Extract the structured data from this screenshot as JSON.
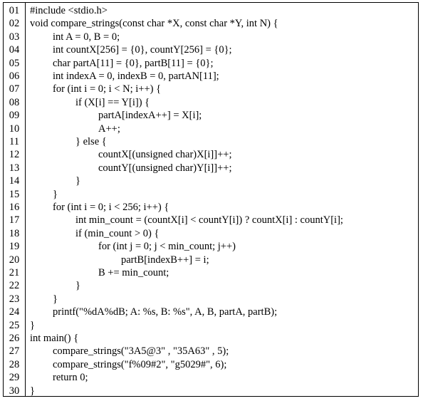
{
  "code": {
    "lines": [
      {
        "num": "01",
        "text": "#include <stdio.h>"
      },
      {
        "num": "02",
        "text": "void compare_strings(const char *X, const char *Y, int N) {"
      },
      {
        "num": "03",
        "text": "int A = 0, B = 0;"
      },
      {
        "num": "04",
        "text": "int countX[256] = {0}, countY[256] = {0};"
      },
      {
        "num": "05",
        "text": "char partA[11] = {0}, partB[11] = {0};"
      },
      {
        "num": "06",
        "text": "int indexA = 0, indexB = 0, partAN[11];"
      },
      {
        "num": "07",
        "text": "for (int i = 0; i < N; i++) {"
      },
      {
        "num": "08",
        "text": "if (X[i] == Y[i]) {"
      },
      {
        "num": "09",
        "text": "partA[indexA++] = X[i];"
      },
      {
        "num": "10",
        "text": "A++;"
      },
      {
        "num": "11",
        "text": "} else {"
      },
      {
        "num": "12",
        "text": "countX[(unsigned char)X[i]]++;"
      },
      {
        "num": "13",
        "text": "countY[(unsigned char)Y[i]]++;"
      },
      {
        "num": "14",
        "text": "}"
      },
      {
        "num": "15",
        "text": "}"
      },
      {
        "num": "16",
        "text": "for (int i = 0; i < 256; i++) {"
      },
      {
        "num": "17",
        "text": "int min_count = (countX[i] < countY[i]) ? countX[i] : countY[i];"
      },
      {
        "num": "18",
        "text": "if (min_count > 0) {"
      },
      {
        "num": "19",
        "text": "for (int j = 0; j < min_count; j++)"
      },
      {
        "num": "20",
        "text": "partB[indexB++] = i;"
      },
      {
        "num": "21",
        "text": "B += min_count;"
      },
      {
        "num": "22",
        "text": "}"
      },
      {
        "num": "23",
        "text": "}"
      },
      {
        "num": "24",
        "text": "printf(\"%dA%dB; A: %s, B: %s\", A, B, partA, partB);"
      },
      {
        "num": "25",
        "text": "}"
      },
      {
        "num": "26",
        "text": "int main() {"
      },
      {
        "num": "27",
        "text": "compare_strings(\"3A5@3\" , \"35A63\" , 5);"
      },
      {
        "num": "28",
        "text": "compare_strings(\"f%09#2\", \"g5029#\", 6);"
      },
      {
        "num": "29",
        "text": "return 0;"
      },
      {
        "num": "30",
        "text": "}"
      }
    ]
  }
}
